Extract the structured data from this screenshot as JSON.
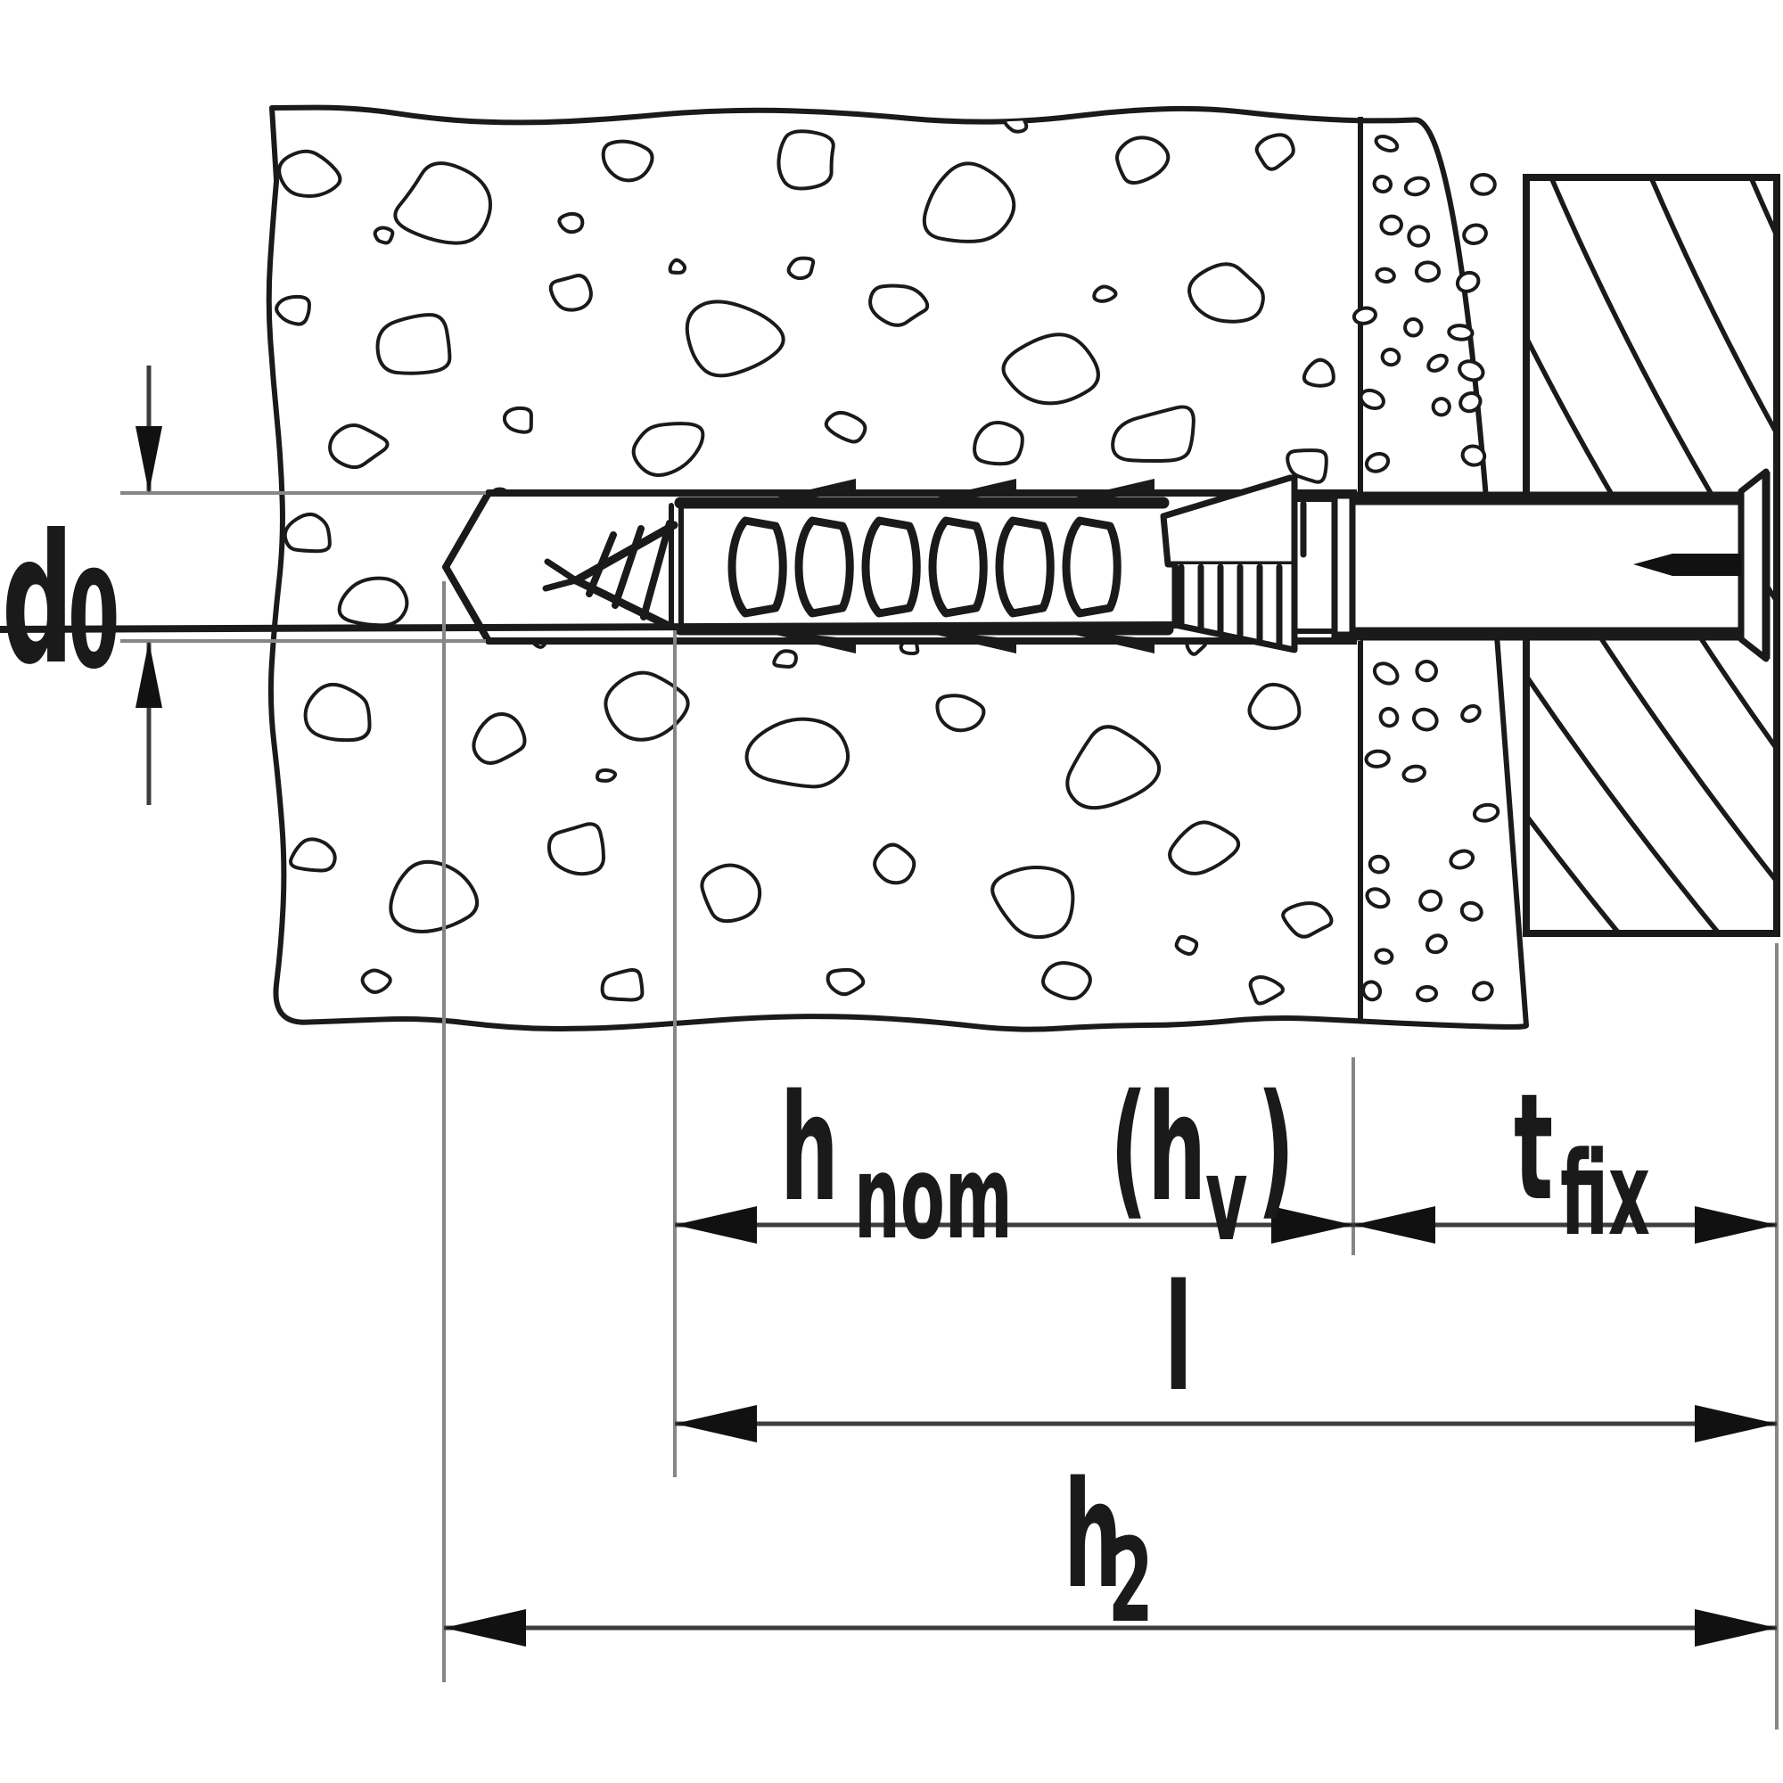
{
  "labels": {
    "d0": {
      "base": "d",
      "sub": "0"
    },
    "h_nom": {
      "base": "h",
      "sub": "nom",
      "alt_open": "(h",
      "alt_sub": "v",
      "alt_close": ")"
    },
    "t_fix": {
      "base": "t",
      "sub": "fix"
    },
    "l": {
      "base": "l"
    },
    "h_2": {
      "base": "h",
      "sub": "2"
    }
  },
  "colors": {
    "ink": "#1a1a1a",
    "dimension_line": "#3d3d3d",
    "extension_line": "#868686",
    "background": "#ffffff"
  }
}
